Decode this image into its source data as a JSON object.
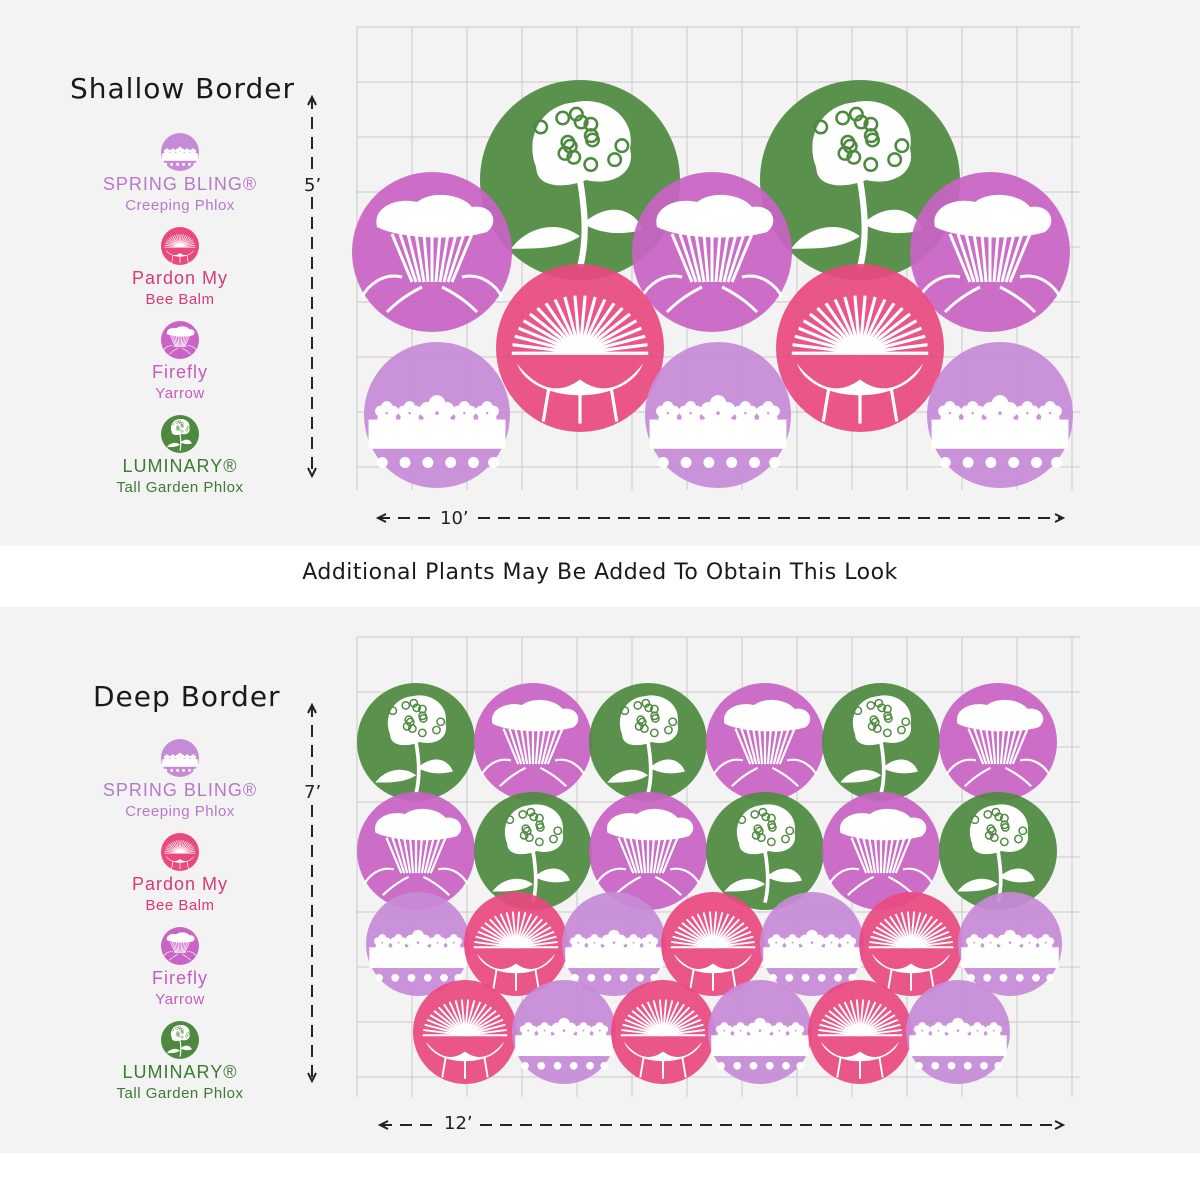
{
  "colors": {
    "spring_bling": "#c78ad6",
    "pardon_my": "#e9497f",
    "firefly": "#c963c4",
    "luminary": "#4d8a3f",
    "luminary_text": "#3d7a33",
    "pardon_text": "#d73a73",
    "spring_text": "#b778c8",
    "firefly_text": "#c45bbf",
    "grid": "#c9c9c9",
    "panel_bg": "#f3f3f3"
  },
  "legend": [
    {
      "key": "spring_bling",
      "icon": "creeping-phlox-icon",
      "name": "SPRING BLING®",
      "sub": "Creeping Phlox"
    },
    {
      "key": "pardon_my",
      "icon": "bee-balm-icon",
      "name": "Pardon My",
      "sub": "Bee Balm"
    },
    {
      "key": "firefly",
      "icon": "yarrow-icon",
      "name": "Firefly",
      "sub": "Yarrow"
    },
    {
      "key": "luminary",
      "icon": "tall-phlox-icon",
      "name": "LUMINARY®",
      "sub": "Tall Garden Phlox"
    }
  ],
  "shallow": {
    "title": "Shallow Border",
    "height_label": "5’",
    "width_label": "10’"
  },
  "divider_note": "Additional Plants May Be Added To Obtain This Look",
  "deep": {
    "title": "Deep Border",
    "height_label": "7’",
    "width_label": "12’"
  }
}
